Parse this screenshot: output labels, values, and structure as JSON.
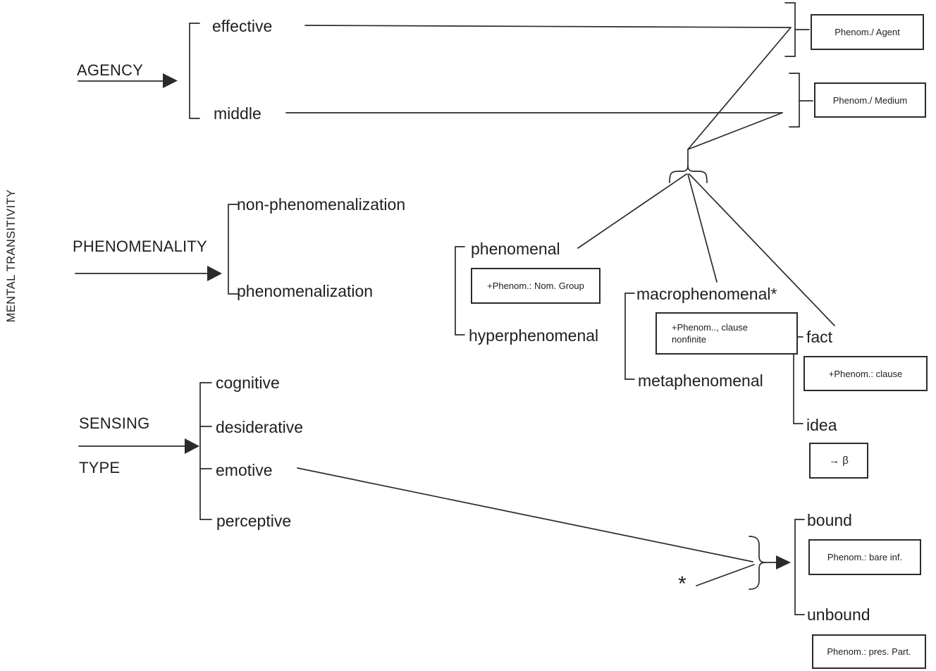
{
  "colors": {
    "ink": "#2b2b2b",
    "text": "#1f1f1f",
    "background": "#ffffff"
  },
  "axis_label": "MENTAL TRANSITIVITY",
  "agency": {
    "name": "AGENCY",
    "effective": "effective",
    "middle": "middle",
    "effective_realization": "Phenom./ Agent",
    "middle_realization": "Phenom./ Medium"
  },
  "phenomenality": {
    "name": "PHENOMENALITY",
    "non_phenomenalization": "non-phenomenalization",
    "phenomenalization": "phenomenalization"
  },
  "phenomenal_system": {
    "phenomenal": "phenomenal",
    "phenomenal_realization": "+Phenom.: Nom. Group",
    "hyperphenomenal": "hyperphenomenal"
  },
  "hyperphenomenal_system": {
    "macrophenomenal": "macrophenomenal*",
    "macrophenomenal_realization_line1": "+Phenom.., clause",
    "macrophenomenal_realization_line2": "nonfinite",
    "metaphenomenal": "metaphenomenal"
  },
  "metaphenomenal_system": {
    "fact": "fact",
    "fact_realization": "+Phenom.: clause",
    "idea": "idea",
    "idea_realization": "→ β"
  },
  "sensing_type": {
    "name_line1": "SENSING",
    "name_line2": "TYPE",
    "cognitive": "cognitive",
    "desiderative": "desiderative",
    "emotive": "emotive",
    "perceptive": "perceptive"
  },
  "boundedness_system": {
    "marker": "*",
    "bound": "bound",
    "bound_realization": "Phenom.: bare inf.",
    "unbound": "unbound",
    "unbound_realization": "Phenom.: pres. Part."
  }
}
